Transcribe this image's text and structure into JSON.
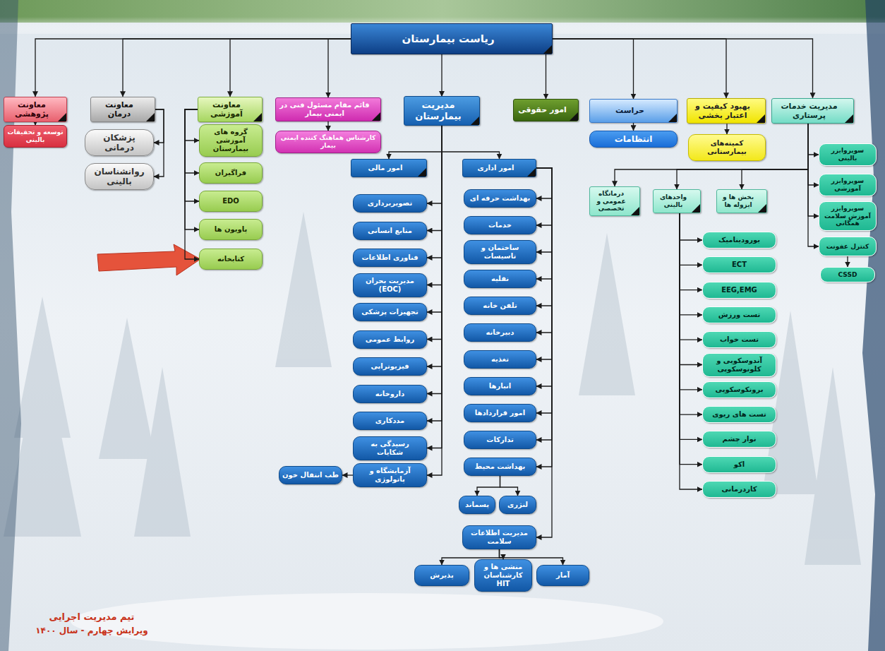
{
  "diagram": {
    "nodes": [
      {
        "text": [
          "ریاست بیمارستان"
        ]
      },
      {
        "text": [
          "مدیریت خدمات پرستاری"
        ]
      },
      {
        "text": [
          "بهبود کیفیت و اعتبار بخشی"
        ]
      },
      {
        "text": [
          "حراست"
        ]
      },
      {
        "text": [
          "امور حقوقی"
        ]
      },
      {
        "text": [
          "مدیریت بیمارستان"
        ]
      },
      {
        "text": [
          "قائم مقام مسئول فنی در ایمنی بیمار"
        ]
      },
      {
        "text": [
          "معاونت آموزشی"
        ]
      },
      {
        "text": [
          "معاونت درمان"
        ]
      },
      {
        "text": [
          "معاونت پژوهشی"
        ]
      },
      {
        "text": [
          "کمیته‌های بیمارستانی"
        ]
      },
      {
        "text": [
          "انتظامات"
        ]
      },
      {
        "text": [
          "کارشناس هماهنگ کننده ایمنی بیمار"
        ]
      },
      {
        "text": [
          "توسعه و تحقیقات بالینی"
        ]
      },
      {
        "text": [
          "پزشکان درمانی"
        ]
      },
      {
        "text": [
          "روانشناسان بالینی"
        ]
      },
      {
        "text": [
          "گروه های آموزشی بیمارستان"
        ]
      },
      {
        "text": [
          "فراگیران"
        ]
      },
      {
        "text": [
          "EDO"
        ]
      },
      {
        "text": [
          "پاویون ها"
        ]
      },
      {
        "text": [
          "کتابخانه"
        ]
      },
      {
        "text": [
          "سوپروایزر بالینی"
        ]
      },
      {
        "text": [
          "سوپروایزر آموزشی"
        ]
      },
      {
        "text": [
          "سوپروایزر آموزش سلامت همگانی"
        ]
      },
      {
        "text": [
          "کنترل عفونت"
        ]
      },
      {
        "text": [
          "CSSD"
        ]
      },
      {
        "text": [
          "بخش ها و ایزوله ها"
        ]
      },
      {
        "text": [
          "واحدهای بالینی"
        ]
      },
      {
        "text": [
          "درمانگاه عمومی و تخصصی"
        ]
      },
      {
        "text": [
          "یورودینامیک"
        ]
      },
      {
        "text": [
          "ECT"
        ]
      },
      {
        "text": [
          "EEG,EMG"
        ]
      },
      {
        "text": [
          "تست ورزش"
        ]
      },
      {
        "text": [
          "تست خواب"
        ]
      },
      {
        "text": [
          "آندوسکوپی و کلونوسکوپی"
        ]
      },
      {
        "text": [
          "برونکوسکوپی"
        ]
      },
      {
        "text": [
          "تست های ریوی"
        ]
      },
      {
        "text": [
          "نوار چشم"
        ]
      },
      {
        "text": [
          "اکو"
        ]
      },
      {
        "text": [
          "کاردرمانی"
        ]
      },
      {
        "text": [
          "امور اداری"
        ]
      },
      {
        "text": [
          "امور مالی"
        ]
      },
      {
        "text": [
          "بهداشت حرفه ای"
        ]
      },
      {
        "text": [
          "خدمات"
        ]
      },
      {
        "text": [
          "ساختمان و تاسیسات"
        ]
      },
      {
        "text": [
          "نقلیه"
        ]
      },
      {
        "text": [
          "تلفن خانه"
        ]
      },
      {
        "text": [
          "دبیرخانه"
        ]
      },
      {
        "text": [
          "تغذیه"
        ]
      },
      {
        "text": [
          "انبارها"
        ]
      },
      {
        "text": [
          "امور قراردادها"
        ]
      },
      {
        "text": [
          "تدارکات"
        ]
      },
      {
        "text": [
          "بهداشت محیط"
        ]
      },
      {
        "text": [
          "لنژری"
        ]
      },
      {
        "text": [
          "پسماند"
        ]
      },
      {
        "text": [
          "مدیریت اطلاعات سلامت"
        ]
      },
      {
        "text": [
          "آمار"
        ]
      },
      {
        "text": [
          "منشی ها و کارشناسان HIT"
        ]
      },
      {
        "text": [
          "پذیرش"
        ]
      },
      {
        "text": [
          "تصویربرداری"
        ]
      },
      {
        "text": [
          "منابع انسانی"
        ]
      },
      {
        "text": [
          "فناوری اطلاعات"
        ]
      },
      {
        "text": [
          "مدیریت بحران (EOC)"
        ]
      },
      {
        "text": [
          "تجهیزات پزشکی"
        ]
      },
      {
        "text": [
          "روابط عمومی"
        ]
      },
      {
        "text": [
          "فیزیوتراپی"
        ]
      },
      {
        "text": [
          "داروخانه"
        ]
      },
      {
        "text": [
          "مددکاری"
        ]
      },
      {
        "text": [
          "رسیدگی به شکایات"
        ]
      },
      {
        "text": [
          "آزمایشگاه و پاتولوژی"
        ]
      },
      {
        "text": [
          "طب انتقال خون"
        ]
      }
    ],
    "edges": [
      {
        "from": 0,
        "to": 1,
        "arrow": "to"
      },
      {
        "from": 0,
        "to": 2,
        "arrow": "to"
      },
      {
        "from": 0,
        "to": 3,
        "arrow": "to"
      },
      {
        "from": 0,
        "to": 4,
        "arrow": "to"
      },
      {
        "from": 0,
        "to": 5,
        "arrow": "to"
      },
      {
        "from": 0,
        "to": 6,
        "arrow": "to"
      },
      {
        "from": 0,
        "to": 7,
        "arrow": "to"
      },
      {
        "from": 0,
        "to": 8,
        "arrow": "to"
      },
      {
        "from": 0,
        "to": 9,
        "arrow": "to"
      },
      {
        "from": 9,
        "to": 13,
        "arrow": "to"
      },
      {
        "from": 8,
        "to": 14,
        "arrow": "to"
      },
      {
        "from": 8,
        "to": 15,
        "arrow": "to"
      },
      {
        "from": 7,
        "to": 16,
        "arrow": "to"
      },
      {
        "from": 7,
        "to": 17,
        "arrow": "to"
      },
      {
        "from": 7,
        "to": 18,
        "arrow": "to"
      },
      {
        "from": 7,
        "to": 19,
        "arrow": "to"
      },
      {
        "from": 7,
        "to": 20,
        "arrow": "to"
      },
      {
        "from": 6,
        "to": 12,
        "arrow": "to"
      },
      {
        "from": 3,
        "to": 11,
        "arrow": "to"
      },
      {
        "from": 2,
        "to": 10,
        "arrow": "to"
      },
      {
        "from": 1,
        "to": 21,
        "arrow": "to"
      },
      {
        "from": 1,
        "to": 22,
        "arrow": "to"
      },
      {
        "from": 1,
        "to": 23,
        "arrow": "to"
      },
      {
        "from": 1,
        "to": 24,
        "arrow": "to"
      },
      {
        "from": 24,
        "to": 25,
        "arrow": "to"
      },
      {
        "from": 1,
        "to": 26,
        "arrow": "to"
      },
      {
        "from": 1,
        "to": 27,
        "arrow": "to"
      },
      {
        "from": 1,
        "to": 28,
        "arrow": "to"
      },
      {
        "from": 27,
        "to": 29,
        "arrow": "to"
      },
      {
        "from": 27,
        "to": 30,
        "arrow": "to"
      },
      {
        "from": 27,
        "to": 31,
        "arrow": "to"
      },
      {
        "from": 27,
        "to": 32,
        "arrow": "to"
      },
      {
        "from": 27,
        "to": 33,
        "arrow": "to"
      },
      {
        "from": 27,
        "to": 34,
        "arrow": "to"
      },
      {
        "from": 27,
        "to": 35,
        "arrow": "to"
      },
      {
        "from": 27,
        "to": 36,
        "arrow": "to"
      },
      {
        "from": 27,
        "to": 37,
        "arrow": "to"
      },
      {
        "from": 27,
        "to": 38,
        "arrow": "to"
      },
      {
        "from": 27,
        "to": 39,
        "arrow": "to"
      },
      {
        "from": 5,
        "to": 40,
        "arrow": "to"
      },
      {
        "from": 5,
        "to": 41,
        "arrow": "to"
      },
      {
        "from": 5,
        "to": 59,
        "arrow": "to"
      },
      {
        "from": 5,
        "to": 60,
        "arrow": "to"
      },
      {
        "from": 5,
        "to": 61,
        "arrow": "to"
      },
      {
        "from": 5,
        "to": 62,
        "arrow": "to"
      },
      {
        "from": 5,
        "to": 63,
        "arrow": "to"
      },
      {
        "from": 5,
        "to": 64,
        "arrow": "to"
      },
      {
        "from": 5,
        "to": 65,
        "arrow": "to"
      },
      {
        "from": 5,
        "to": 66,
        "arrow": "to"
      },
      {
        "from": 5,
        "to": 67,
        "arrow": "to"
      },
      {
        "from": 5,
        "to": 68,
        "arrow": "to"
      },
      {
        "from": 5,
        "to": 69,
        "arrow": "to"
      },
      {
        "from": 69,
        "to": 70,
        "arrow": "to"
      },
      {
        "from": 40,
        "to": 42,
        "arrow": "to"
      },
      {
        "from": 40,
        "to": 43,
        "arrow": "to"
      },
      {
        "from": 40,
        "to": 44,
        "arrow": "to"
      },
      {
        "from": 40,
        "to": 45,
        "arrow": "to"
      },
      {
        "from": 40,
        "to": 46,
        "arrow": "to"
      },
      {
        "from": 40,
        "to": 47,
        "arrow": "to"
      },
      {
        "from": 40,
        "to": 48,
        "arrow": "to"
      },
      {
        "from": 40,
        "to": 49,
        "arrow": "to"
      },
      {
        "from": 40,
        "to": 50,
        "arrow": "to"
      },
      {
        "from": 40,
        "to": 51,
        "arrow": "to"
      },
      {
        "from": 40,
        "to": 52,
        "arrow": "to"
      },
      {
        "from": 52,
        "to": 53,
        "arrow": "to"
      },
      {
        "from": 52,
        "to": 54,
        "arrow": "to"
      },
      {
        "from": 40,
        "to": 55,
        "arrow": "to"
      },
      {
        "from": 55,
        "to": 56,
        "arrow": "to"
      },
      {
        "from": 55,
        "to": 57,
        "arrow": "to"
      },
      {
        "from": 55,
        "to": 58,
        "arrow": "to"
      }
    ],
    "labels": [
      "تیم مدیریت اجرایی",
      "ویرایش چهارم - سال ۱۴۰۰"
    ]
  }
}
